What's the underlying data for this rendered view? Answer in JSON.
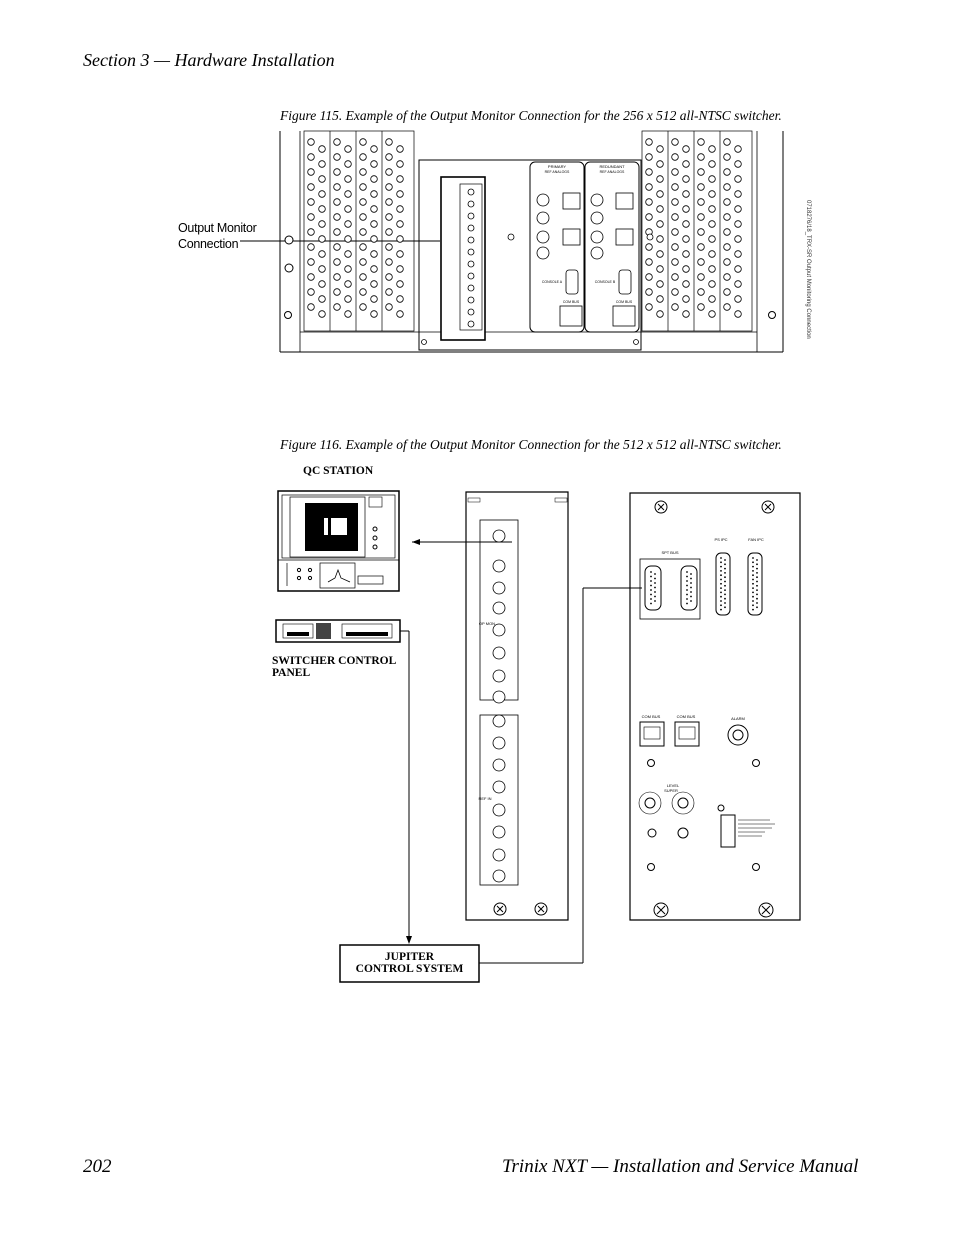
{
  "header": {
    "section_title": "Section 3 — Hardware Installation"
  },
  "figure115": {
    "caption": "Figure 115.  Example of the Output Monitor Connection for the 256 x 512 all-NTSC switcher.",
    "callout_line1": "Output Monitor",
    "callout_line2": "Connection",
    "side_note": "0718276/18_TRX-SR Output Monitoring Connection",
    "panel_labels": {
      "primary": "PRIMARY",
      "redundant": "REDUNDANT",
      "ref": "REF ANALOGS",
      "console_a": "CONSOLE A",
      "console_b": "CONSOLE B",
      "com_bus": "COM BUS"
    }
  },
  "figure116": {
    "caption": "Figure 116.  Example of the Output Monitor Connection for the 512 x 512 all-NTSC switcher.",
    "qc_station": "QC STATION",
    "switcher_panel_line1": "SWITCHER CONTROL",
    "switcher_panel_line2": "PANEL",
    "jupiter_line1": "JUPITER",
    "jupiter_line2": "CONTROL SYSTEM",
    "panel_labels": {
      "spt_bus": "SPT BUS",
      "ps_ipc": "PS IPC",
      "fan_ipc": "FAN IPC",
      "com_bus1": "COM BUS",
      "com_bus2": "COM BUS",
      "alarm": "ALARM",
      "level": "LEVEL",
      "super": "SUPER",
      "ref_in": "REF IN",
      "op_mon": "OP MON"
    }
  },
  "footer": {
    "page_number": "202",
    "manual_title": "Trinix NXT  —  Installation and Service Manual"
  }
}
